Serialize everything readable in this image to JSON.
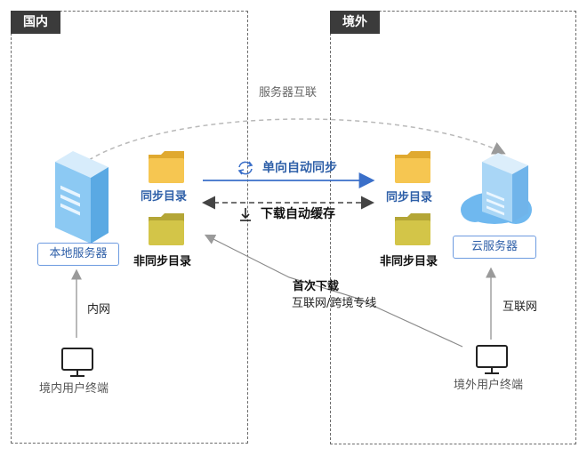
{
  "regions": {
    "domestic": "国内",
    "overseas": "境外"
  },
  "server_interconnect": "服务器互联",
  "local_server": {
    "label": "本地服务器",
    "sync_dir": "同步目录",
    "non_sync_dir": "非同步目录"
  },
  "cloud_server": {
    "label": "云服务器",
    "sync_dir": "同步目录",
    "non_sync_dir": "非同步目录"
  },
  "links": {
    "one_way_sync": "单向自动同步",
    "download_cache": "下载自动缓存",
    "first_download": "首次下载",
    "first_download_path": "互联网/跨境专线",
    "intranet": "内网",
    "internet": "互联网"
  },
  "terminals": {
    "domestic": "境内用户终端",
    "overseas": "境外用户终端"
  },
  "colors": {
    "accent_blue": "#3a6fc9",
    "folder_yellow": "#f4c04e",
    "folder_olive": "#cfc04a",
    "server_blue": "#6fb8ef"
  }
}
